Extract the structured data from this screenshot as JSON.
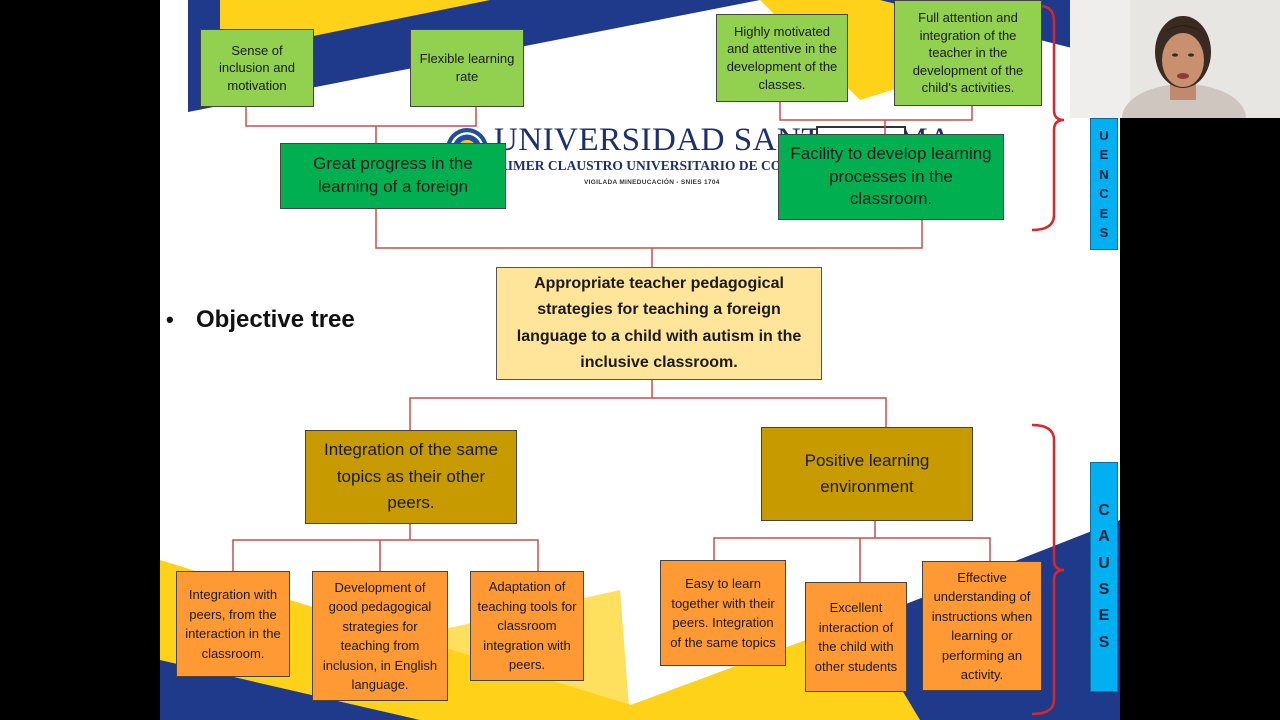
{
  "slide": {
    "bullet_title": "Objective tree",
    "bullet_symbol": "•"
  },
  "logo": {
    "name": "UNIVERSIDAD SANTO TOMA",
    "subtitle": "RIMER CLAUSTRO UNIVERSITARIO DE COLOMB",
    "note": "VIGILADA MINEDUCACIÓN - SNIES 1704"
  },
  "effects": {
    "top": [
      "Sense of inclusion and motivation",
      "Flexible learning rate",
      "Highly motivated and attentive in the development of the classes.",
      "Full attention and integration of the teacher in the development of the child's activities."
    ],
    "mid": [
      "Great progress in the learning of a foreign",
      "Facility to develop learning processes in the classroom."
    ]
  },
  "objective": "Appropriate teacher pedagogical strategies for teaching a foreign language to a child with autism in the inclusive classroom.",
  "means": [
    {
      "label": "Integration of the same topics as their other peers.",
      "children": [
        "Integration with peers, from the interaction in the classroom.",
        "Development of good pedagogical strategies for teaching from inclusion, in English language.",
        "Adaptation of teaching tools for classroom integration with peers."
      ]
    },
    {
      "label": "Positive learning environment",
      "children": [
        "Easy to learn together with their peers. Integration of the same topics",
        "Excellent interaction of the child with other students",
        "Effective understanding of instructions when learning or performing an activity."
      ]
    }
  ],
  "side_labels": {
    "consequences_visible": [
      "U",
      "E",
      "N",
      "C",
      "E",
      "S"
    ],
    "causes": [
      "C",
      "A",
      "U",
      "S",
      "E",
      "S"
    ]
  },
  "colors": {
    "light_green": "#92d050",
    "green": "#00b050",
    "yellow": "#ffe599",
    "gold": "#c79a00",
    "orange": "#ff9933",
    "cyan_label": "#00b0f0",
    "connector": "#c0504d",
    "bracket": "#d9262a"
  }
}
